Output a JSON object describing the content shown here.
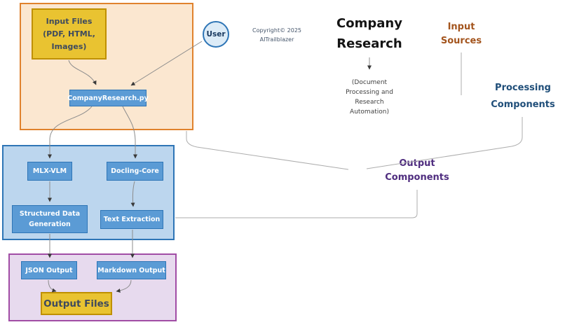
{
  "header": {
    "title_line1": "Company",
    "title_line2": "Research",
    "subtitle_line1": "(Document",
    "subtitle_line2": "Processing and",
    "subtitle_line3": "Research",
    "subtitle_line4": "Automation)",
    "copyright_line1": "Copyright© 2025",
    "copyright_line2": "AITrailblazer"
  },
  "labels": {
    "input_sources_line1": "Input",
    "input_sources_line2": "Sources",
    "processing_components_line1": "Processing",
    "processing_components_line2": "Components",
    "output_components_line1": "Output",
    "output_components_line2": "Components"
  },
  "nodes": {
    "user": "User",
    "input_files_line1": "Input Files",
    "input_files_line2": "(PDF, HTML,",
    "input_files_line3": "Images)",
    "script": "CompanyResearch.py",
    "mlx_vlm": "MLX-VLM",
    "docling_core": "Docling-Core",
    "structured_data_line1": "Structured Data",
    "structured_data_line2": "Generation",
    "text_extraction": "Text Extraction",
    "json_output": "JSON Output",
    "markdown_output": "Markdown Output",
    "output_files": "Output Files"
  },
  "colors": {
    "input_container_fill": "#FBE7D0",
    "input_container_border": "#E0822D",
    "processing_container_fill": "#BCD6EE",
    "processing_container_border": "#2E75B6",
    "output_container_fill": "#E7DAEE",
    "output_container_border": "#A14DA5",
    "gold_node_fill": "#E9C331",
    "gold_node_border": "#BF9000",
    "blue_node_fill": "#5B9BD5",
    "blue_node_border": "#2E75B6",
    "user_node_fill": "#DCEBF7",
    "input_sources_text": "#A3541D",
    "processing_components_text": "#1F4E79",
    "output_components_text": "#4F2D7F"
  }
}
